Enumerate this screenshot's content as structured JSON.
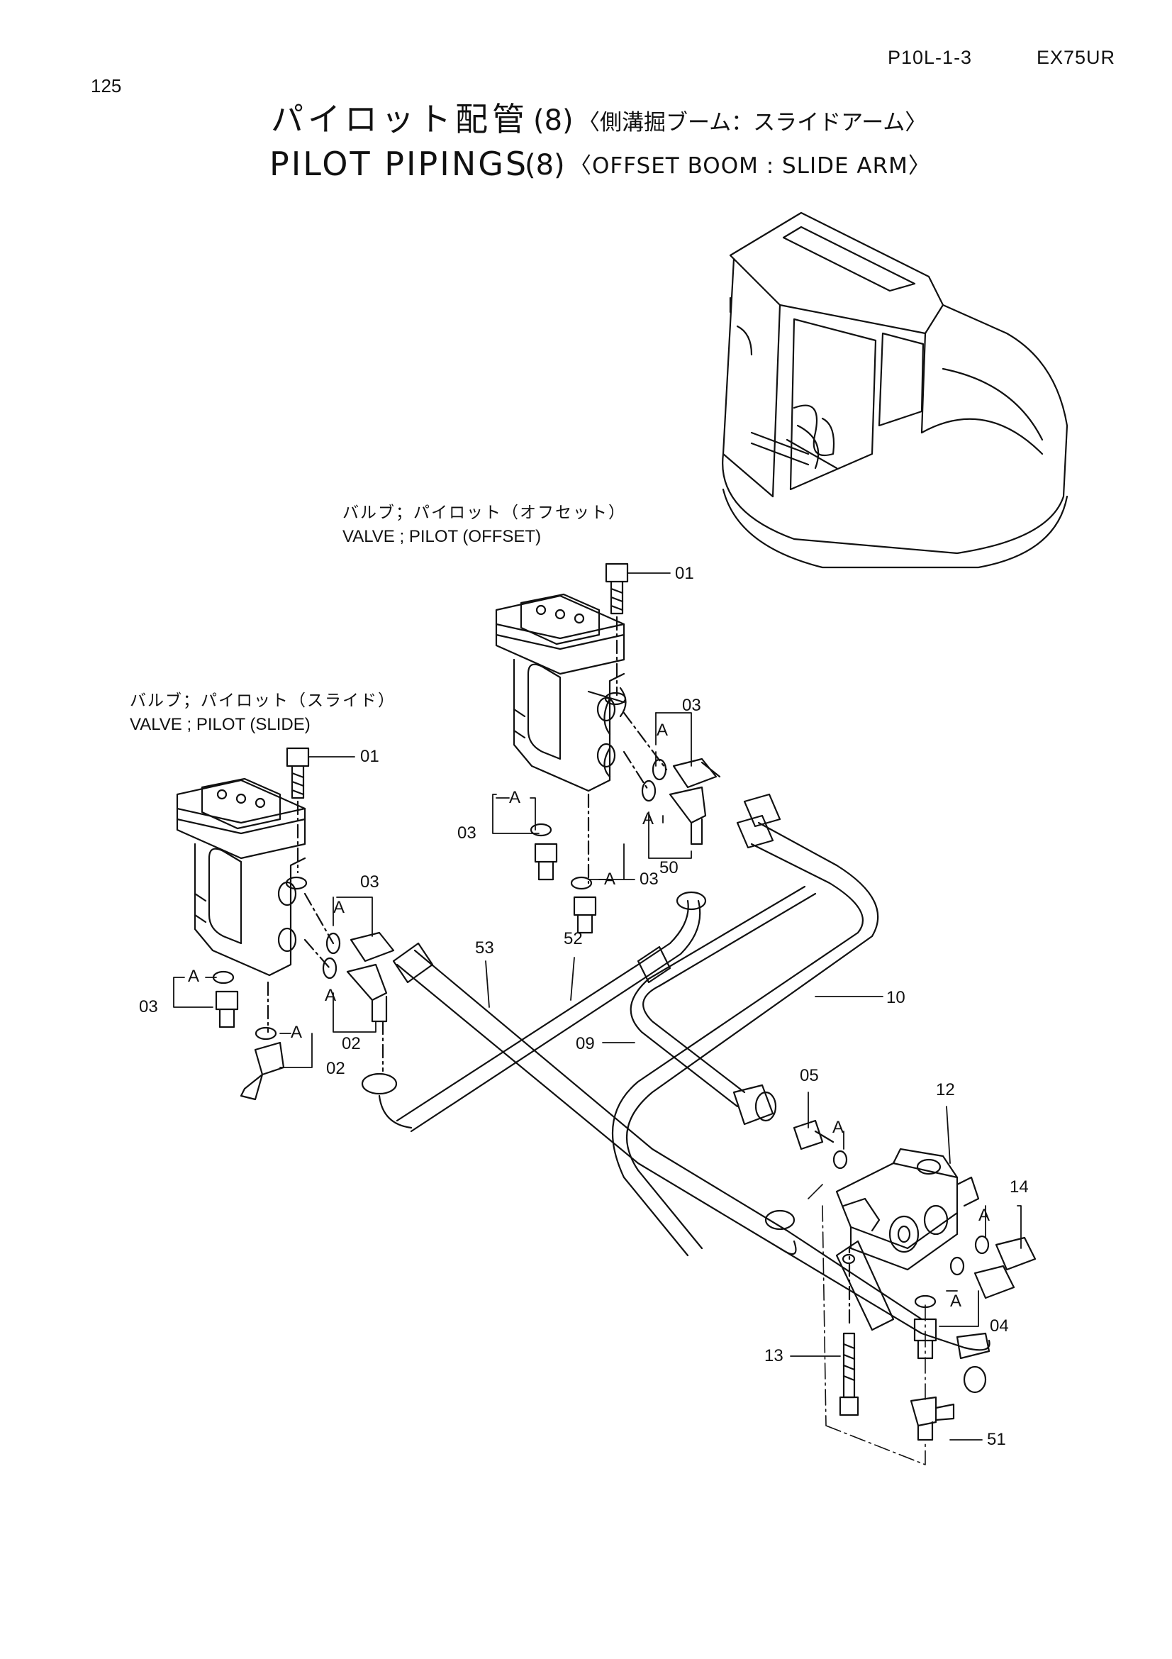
{
  "header": {
    "page_number": "125",
    "doc_code": "P10L-1-3",
    "model": "EX75UR"
  },
  "title": {
    "jp_main": "パイロット配管",
    "jp_num": "(8)",
    "jp_sub": "〈側溝掘ブーム：スライドアーム〉",
    "en_main": "PILOT  PIPINGS",
    "en_num": "(8)",
    "en_sub": "〈OFFSET BOOM : SLIDE ARM〉"
  },
  "assemblies": {
    "offset_valve_jp": "バルブ；パイロット（オフセット）",
    "offset_valve_en": "VALVE ; PILOT (OFFSET)",
    "slide_valve_jp": "バルブ；パイロット（スライド）",
    "slide_valve_en": "VALVE ; PILOT (SLIDE)"
  },
  "callouts": {
    "c01_top": "01",
    "c01_left": "01",
    "c03_top_right": "03",
    "c03_top_left": "03",
    "c03_top_bottom": "03",
    "c50": "50",
    "c03_left_right": "03",
    "c03_left_left": "03",
    "c02_a": "02",
    "c02_b": "02",
    "c53": "53",
    "c52": "52",
    "c10": "10",
    "c09": "09",
    "c05": "05",
    "c12": "12",
    "c14": "14",
    "c04": "04",
    "c13": "13",
    "c51": "51",
    "mark_a": "A"
  }
}
